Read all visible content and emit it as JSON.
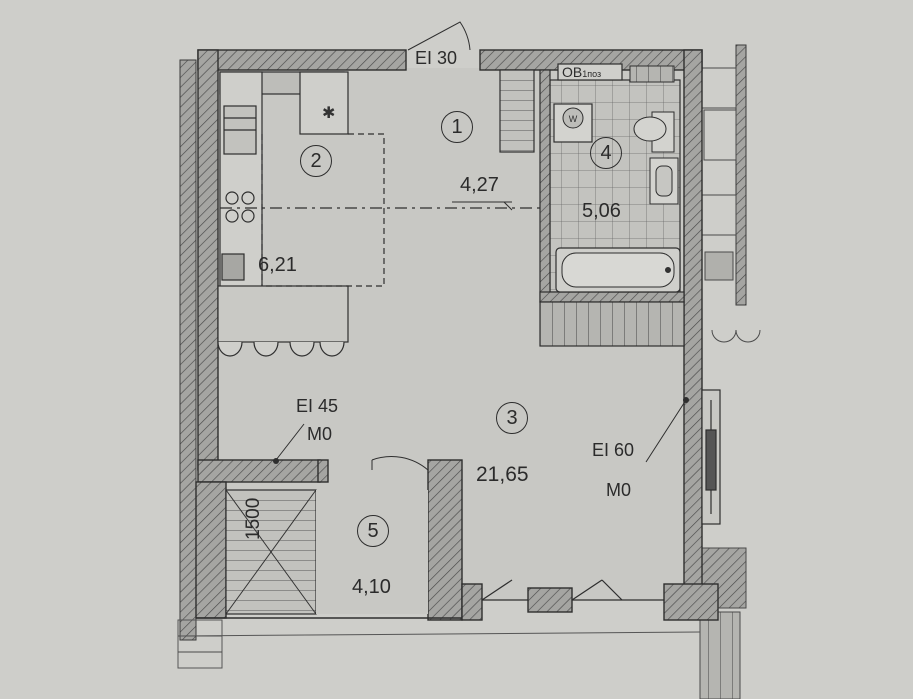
{
  "plan": {
    "rooms": [
      {
        "number": "1",
        "area": "4,27"
      },
      {
        "number": "2",
        "area": "6,21"
      },
      {
        "number": "3",
        "area": "21,65"
      },
      {
        "number": "4",
        "area": "5,06"
      },
      {
        "number": "5",
        "area": "4,10"
      }
    ],
    "fire_ratings": {
      "entry": "EI 30",
      "partition_left_rating": "EI 45",
      "partition_left_class": "M0",
      "partition_right_rating": "EI 60",
      "partition_right_class": "M0"
    },
    "riser_label": "OB",
    "riser_sub": "1поз",
    "dimension_label": "1500"
  },
  "colors": {
    "paper": "#cfcfcb",
    "interior": "#c6c6c2",
    "wall": "#9d9d9a",
    "line": "#2d2d2d",
    "tile": "#bdbdb8"
  }
}
